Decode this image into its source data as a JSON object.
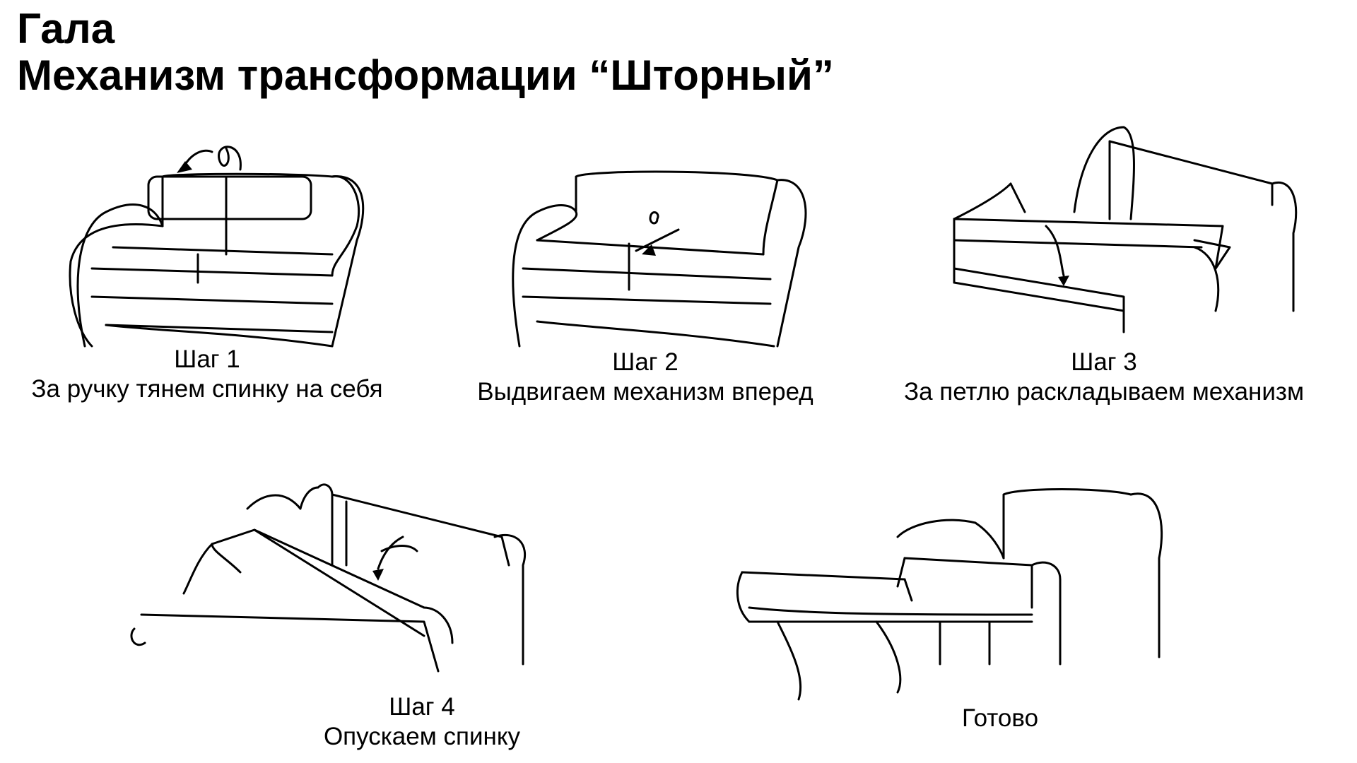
{
  "header": {
    "title_line1": "Гала",
    "title_line2": "Механизм трансформации “Шторный”"
  },
  "steps": [
    {
      "step": "Шаг 1",
      "text": "За ручку тянем спинку на себя",
      "illustration": "sofa-pull-back"
    },
    {
      "step": "Шаг 2",
      "text": "Выдвигаем механизм вперед",
      "illustration": "sofa-pull-forward"
    },
    {
      "step": "Шаг 3",
      "text": "За петлю раскладываем механизм",
      "illustration": "sofa-unfold-mechanism"
    },
    {
      "step": "Шаг 4",
      "text": "Опускаем спинку",
      "illustration": "sofa-lower-back"
    }
  ],
  "final": {
    "text": "Готово",
    "illustration": "sofa-bed-ready"
  },
  "colors": {
    "line": "#000000",
    "background": "#ffffff"
  }
}
